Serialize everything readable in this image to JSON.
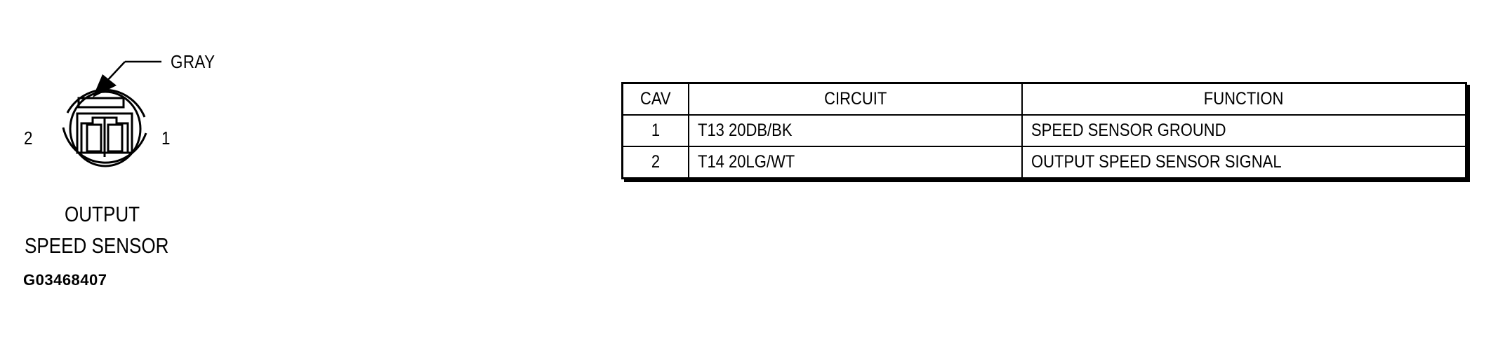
{
  "connector": {
    "color_callout": "GRAY",
    "pin_left": "2",
    "pin_right": "1",
    "title_line1": "OUTPUT",
    "title_line2": "SPEED SENSOR"
  },
  "figure_code": "G03468407",
  "table": {
    "headers": {
      "cav": "CAV",
      "circuit": "CIRCUIT",
      "function": "FUNCTION"
    },
    "rows": [
      {
        "cav": "1",
        "circuit": "T13 20DB/BK",
        "function": "SPEED SENSOR GROUND"
      },
      {
        "cav": "2",
        "circuit": "T14 20LG/WT",
        "function": "OUTPUT SPEED SENSOR SIGNAL"
      }
    ]
  }
}
